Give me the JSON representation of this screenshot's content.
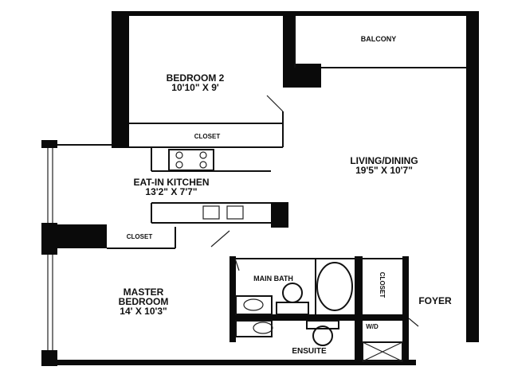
{
  "rooms": {
    "bedroom2": {
      "name": "BEDROOM 2",
      "size": "10'10\" X 9'"
    },
    "balcony": {
      "name": "BALCONY"
    },
    "closet_bedroom2": {
      "name": "CLOSET"
    },
    "living_dining": {
      "name": "LIVING/DINING",
      "size": "19'5\" X 10'7\""
    },
    "kitchen": {
      "name": "EAT-IN KITCHEN",
      "size": "13'2\" X 7'7\""
    },
    "closet_master": {
      "name": "CLOSET"
    },
    "master_bedroom": {
      "name_line1": "MASTER",
      "name_line2": "BEDROOM",
      "size": "14' X 10'3\""
    },
    "main_bath": {
      "name": "MAIN BATH"
    },
    "closet_hall": {
      "name": "CLOSET"
    },
    "foyer": {
      "name": "FOYER"
    },
    "laundry": {
      "name": "W/D"
    },
    "ensuite": {
      "name": "ENSUITE"
    }
  },
  "colors": {
    "wall": "#0a0a0a",
    "background": "#ffffff"
  }
}
